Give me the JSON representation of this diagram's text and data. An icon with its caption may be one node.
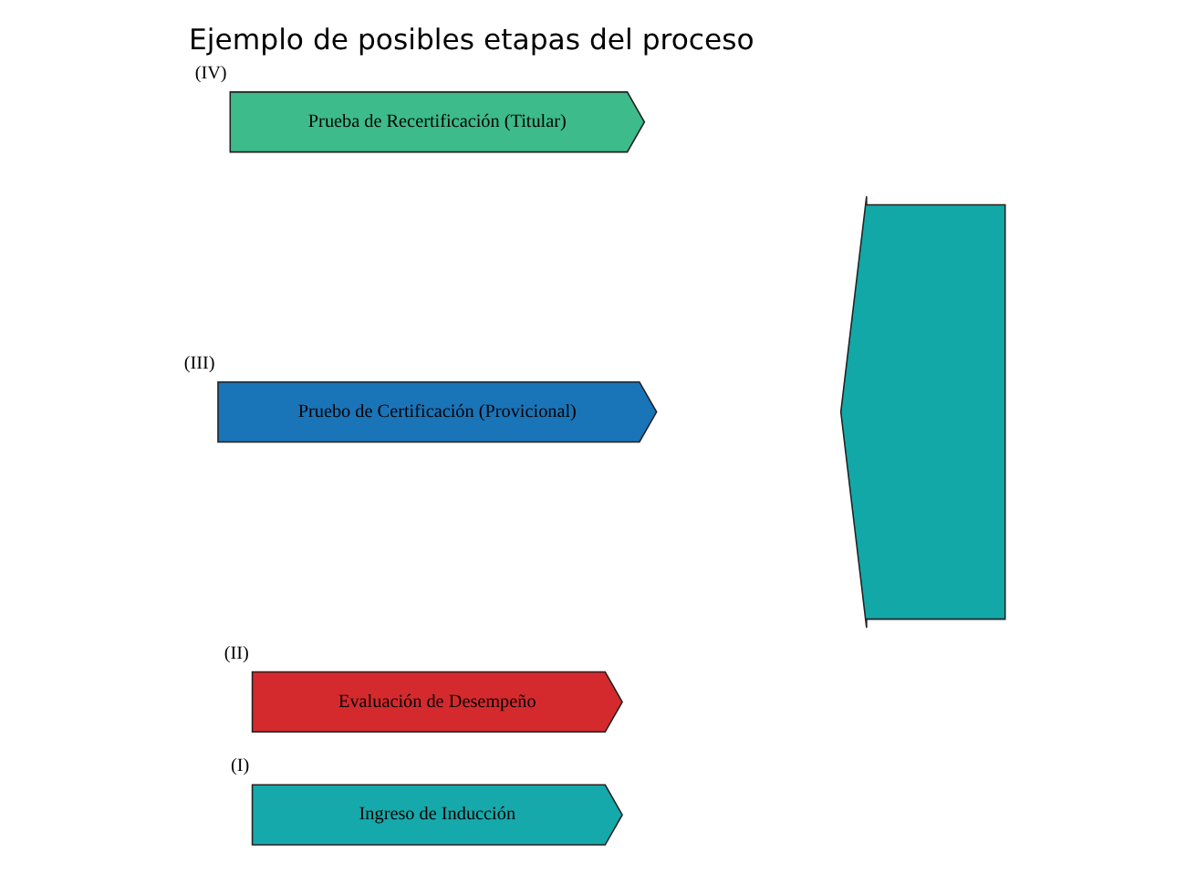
{
  "diagram": {
    "title": "Ejemplo de posibles etapas del proceso",
    "nodes": [
      {
        "text": [
          "Prueba de Recertificación (Titular)"
        ],
        "beside": [
          "(IV)"
        ]
      },
      {
        "text": [
          "Pruebo de Certificación (Provicional)"
        ],
        "beside": [
          "(III)"
        ]
      },
      {
        "text": [
          "Evaluación de Desempeño"
        ],
        "beside": [
          "(II)"
        ]
      },
      {
        "text": [
          "Ingreso de Inducción"
        ],
        "beside": [
          "(I)"
        ]
      },
      {
        "text": [],
        "shape": "arrow"
      }
    ],
    "edges": []
  }
}
